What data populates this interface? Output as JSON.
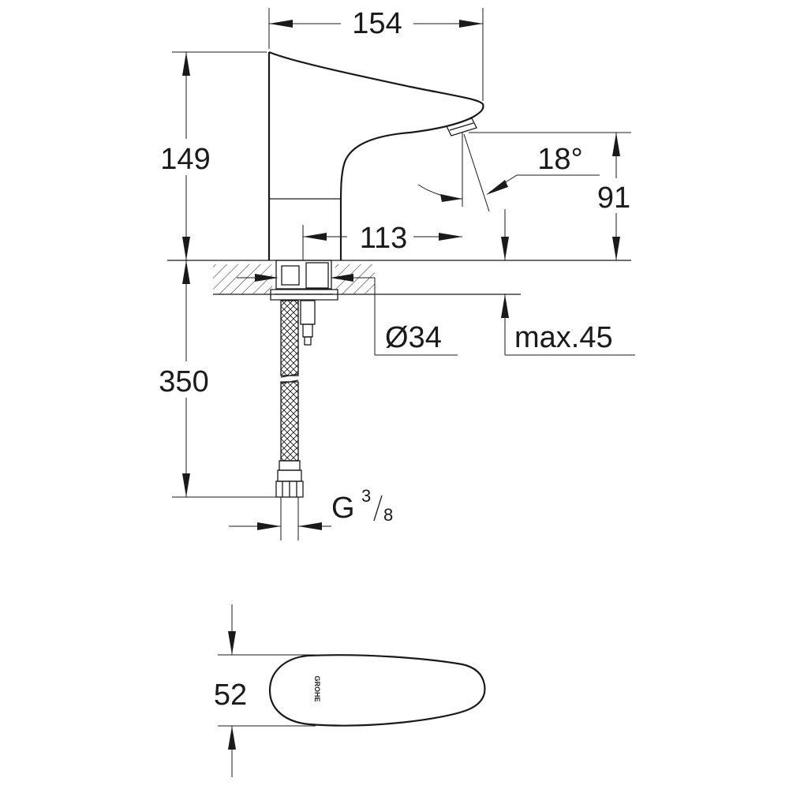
{
  "dimensions": {
    "width_top": "154",
    "height_body": "149",
    "angle": "18°",
    "spout_height": "91",
    "spout_reach": "113",
    "hole_diameter": "Ø34",
    "deck_thickness": "max.45",
    "hose_length": "350",
    "thread_prefix": "G",
    "thread_num": "3",
    "thread_den": "8",
    "plan_width": "52"
  },
  "logo_text": "GROHE"
}
